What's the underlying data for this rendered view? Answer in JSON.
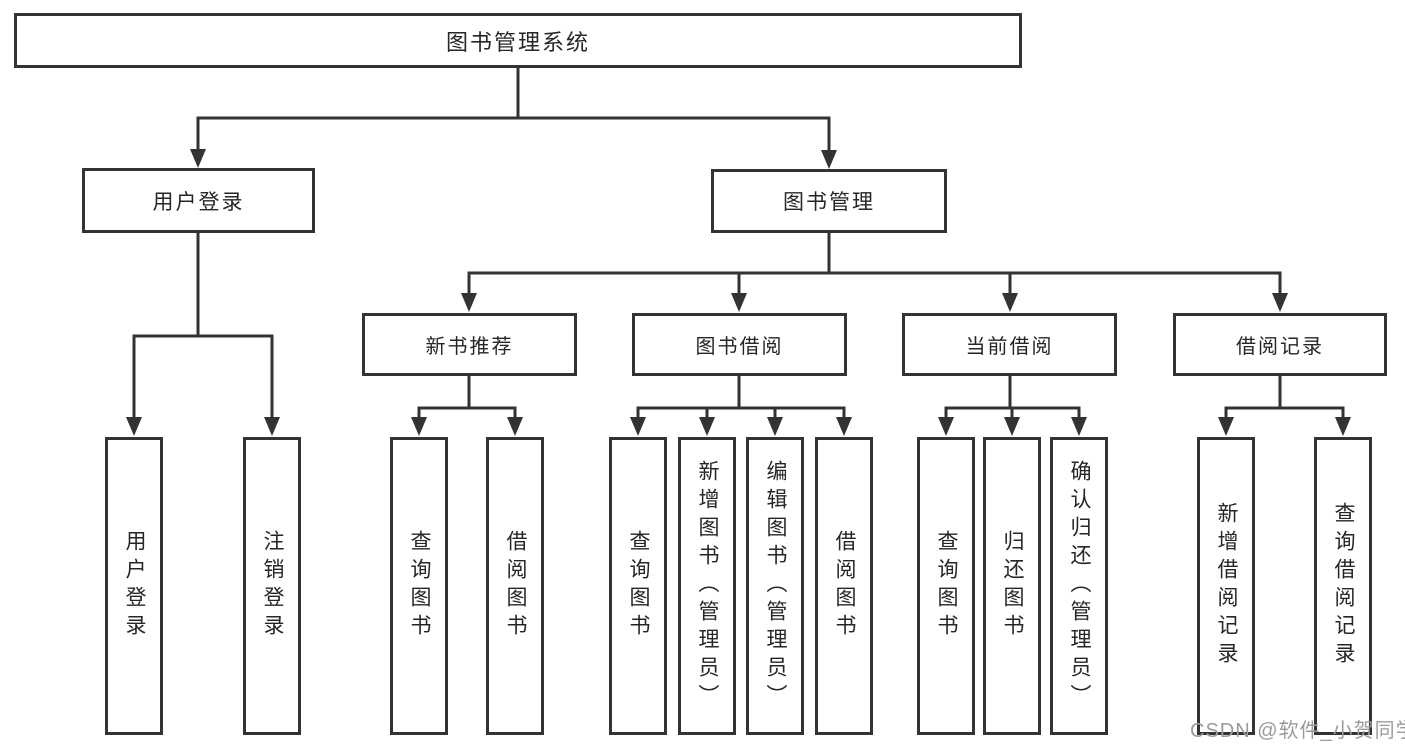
{
  "root": {
    "label": "图书管理系统"
  },
  "level2": {
    "user_login": "用户登录",
    "book_mgmt": "图书管理"
  },
  "level3": {
    "recommend": "新书推荐",
    "borrow": "图书借阅",
    "current": "当前借阅",
    "records": "借阅记录"
  },
  "leaves": {
    "login": [
      "用户登录",
      "注销登录"
    ],
    "recommend": [
      "查询图书",
      "借阅图书"
    ],
    "borrow": [
      "查询图书",
      "新增图书（管理员）",
      "编辑图书（管理员）",
      "借阅图书"
    ],
    "current": [
      "查询图书",
      "归还图书",
      "确认归还（管理员）"
    ],
    "records": [
      "新增借阅记录",
      "查询借阅记录"
    ]
  },
  "watermark": "CSDN @软件_小贺同学",
  "colors": {
    "line": "#333333",
    "text": "#262626",
    "watermark_text": "#9b9b9b",
    "background": "#ffffff"
  }
}
